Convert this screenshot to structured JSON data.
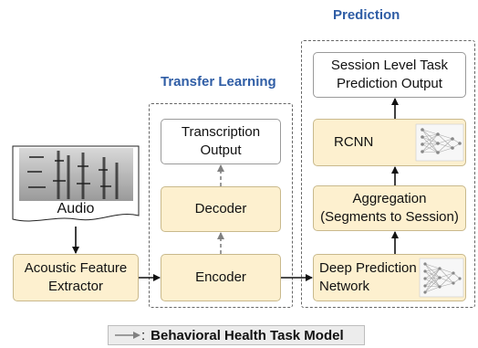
{
  "titles": {
    "prediction": "Prediction",
    "transfer_learning": "Transfer Learning"
  },
  "audio": {
    "label": "Audio"
  },
  "boxes": {
    "acoustic": "Acoustic Feature\nExtractor",
    "encoder": "Encoder",
    "decoder": "Decoder",
    "transcription": "Transcription\nOutput",
    "deep_prediction": "Deep Prediction\nNetwork",
    "aggregation": "Aggregation\n(Segments to Session)",
    "rcnn": "RCNN",
    "session_output": "Session Level Task\nPrediction Output"
  },
  "legend": {
    "separator": ":",
    "label": "Behavioral Health Task Model"
  },
  "colors": {
    "title": "#2f5da5",
    "box_fill": "#fdf0cf",
    "box_border": "#c9b98c",
    "dashed_arrow": "#808080",
    "solid_arrow": "#111111"
  }
}
